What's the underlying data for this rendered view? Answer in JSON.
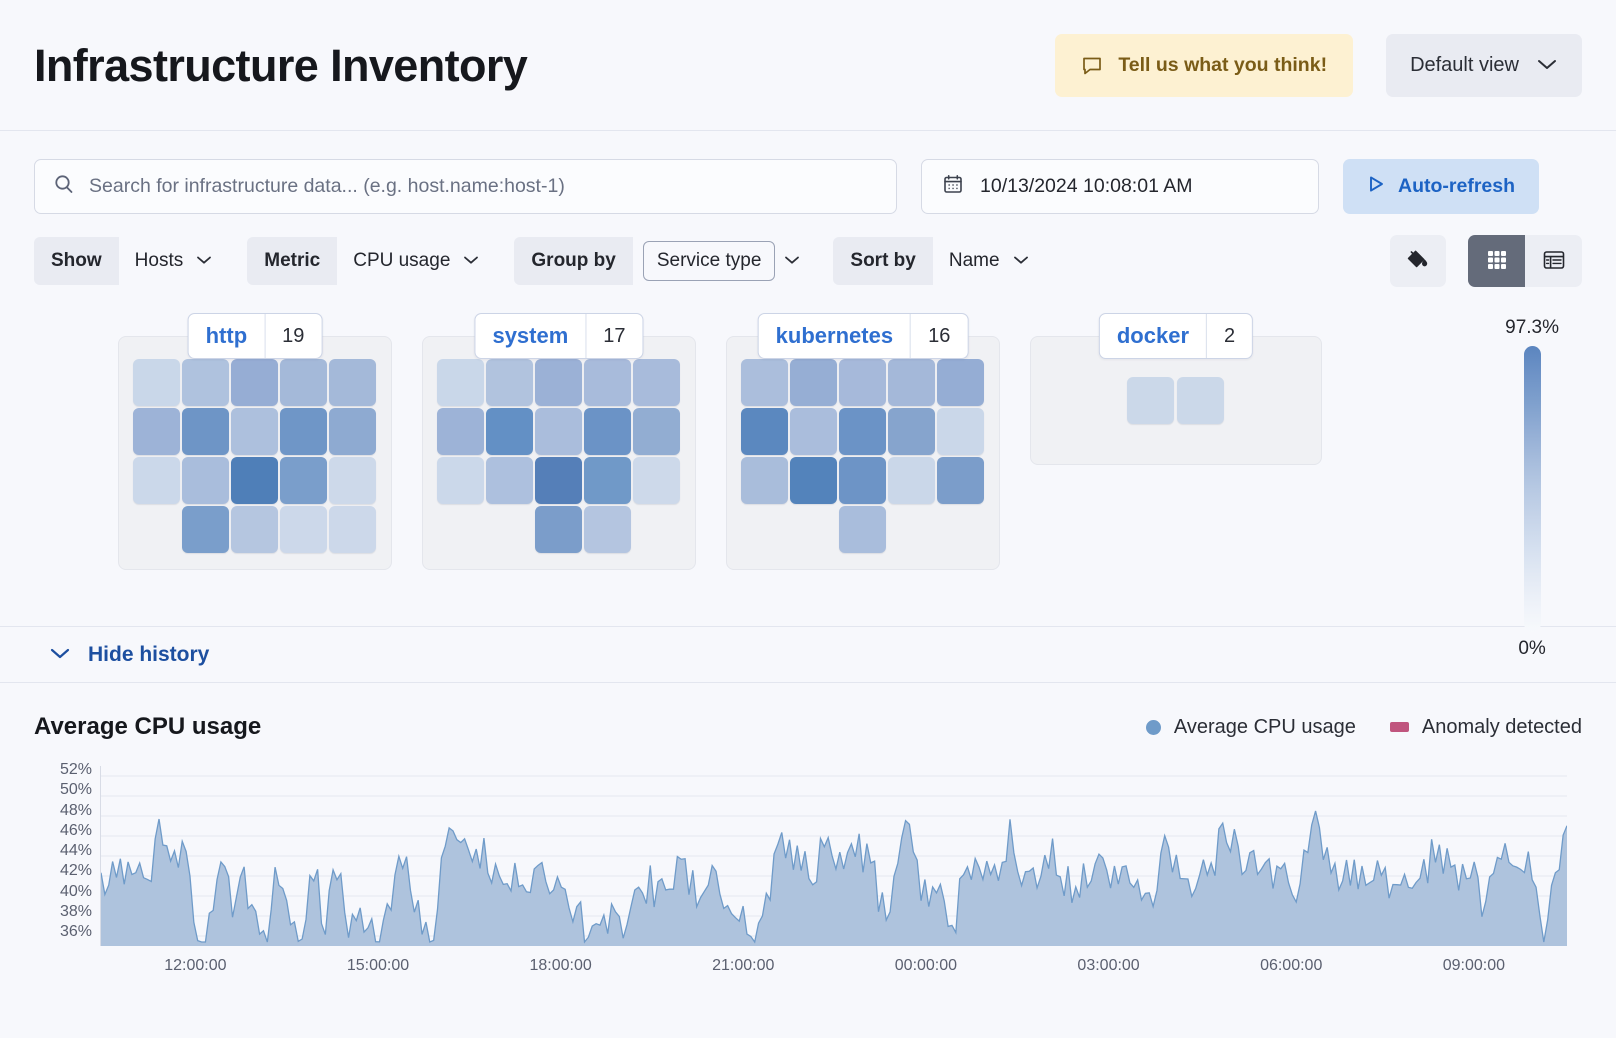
{
  "header": {
    "title": "Infrastructure Inventory",
    "feedback_label": "Tell us what you think!",
    "feedback_icon": "comment-icon",
    "view_label": "Default view",
    "view_icon": "chevron-down-icon"
  },
  "search": {
    "placeholder": "Search for infrastructure data... (e.g. host.name:host-1)",
    "value": "",
    "icon": "search-icon"
  },
  "datepicker": {
    "value": "10/13/2024 10:08:01 AM",
    "icon": "calendar-icon"
  },
  "refresh": {
    "label": "Auto-refresh",
    "icon": "play-icon"
  },
  "filters": [
    {
      "label": "Show",
      "value": "Hosts",
      "boxed": false
    },
    {
      "label": "Metric",
      "value": "CPU usage",
      "boxed": false
    },
    {
      "label": "Group by",
      "value": "Service type",
      "boxed": true
    },
    {
      "label": "Sort by",
      "value": "Name",
      "boxed": false
    }
  ],
  "view_controls": {
    "palette_icon": "color-fill-icon",
    "grid_icon": "grid-view-icon",
    "table_icon": "table-view-icon",
    "active": "grid"
  },
  "legend_scale": {
    "max": "97.3%",
    "min": "0%"
  },
  "groups": [
    {
      "name": "http",
      "count": "19",
      "rows": [
        [
          "#c9d7e9",
          "#afc2de",
          "#96adD4",
          "#a4b9d9",
          "#a4b9d9"
        ],
        [
          "#9db3d7",
          "#6e95c6",
          "#adc0dd",
          "#6f96c7",
          "#8eaad1"
        ],
        [
          "#cbd8ea",
          "#a9bddc",
          "#4f7fb8",
          "#7a9ecb",
          "#cdd9ea"
        ],
        [
          "#7a9ecb",
          "#b5c6e0",
          "#ccd8ea",
          "#ccd8ea"
        ]
      ]
    },
    {
      "name": "system",
      "count": "17",
      "rows": [
        [
          "#c9d7e9",
          "#b1c3de",
          "#9bb1d6",
          "#a8bbdb",
          "#a8bbdb"
        ],
        [
          "#9db3d7",
          "#6390c5",
          "#aabddc",
          "#6b93c6",
          "#92add2"
        ],
        [
          "#cbd8ea",
          "#adc0de",
          "#557fb8",
          "#7099c8",
          "#cdd9ea"
        ],
        [
          "#7b9dca",
          "#b4c5e0"
        ]
      ]
    },
    {
      "name": "kubernetes",
      "count": "16",
      "rows": [
        [
          "#abbedc",
          "#96aed4",
          "#a6b9da",
          "#a4b8d9",
          "#95add4"
        ],
        [
          "#5b88bf",
          "#aabddc",
          "#6b93c6",
          "#86a4cd",
          "#cad7e9"
        ],
        [
          "#a9bddb",
          "#5383bb",
          "#6d94c6",
          "#cad7e9",
          "#7b9dca"
        ],
        [
          "#a9bddc"
        ]
      ]
    },
    {
      "name": "docker",
      "count": "2",
      "rows": [
        [
          "#cbd8e9",
          "#cbd8e9"
        ]
      ]
    }
  ],
  "history_toggle": {
    "label": "Hide history",
    "icon": "chevron-down-icon"
  },
  "chart_data": {
    "type": "area",
    "title": "Average CPU usage",
    "xlabel": "",
    "ylabel": "",
    "ylim": [
      35,
      53
    ],
    "yticks": [
      "36%",
      "38%",
      "40%",
      "42%",
      "44%",
      "46%",
      "48%",
      "50%",
      "52%"
    ],
    "xticks": [
      "12:00:00",
      "15:00:00",
      "18:00:00",
      "21:00:00",
      "00:00:00",
      "03:00:00",
      "06:00:00",
      "09:00:00"
    ],
    "grid": true,
    "legend_position": "top-right",
    "legend": [
      {
        "name": "Average CPU usage",
        "color": "#6f9bc9",
        "marker": "circle"
      },
      {
        "name": "Anomaly detected",
        "color": "#c0557e",
        "marker": "square"
      }
    ],
    "series": [
      {
        "name": "Average CPU usage",
        "color": "#6f9bc9",
        "fill": "#aec3dd",
        "values": [
          41.8,
          42.3,
          41.5,
          42.4,
          41.2,
          46.2,
          44.5,
          44.3,
          37.3,
          36.4,
          43.2,
          38.9,
          42.8,
          37.0,
          36.2,
          43.0,
          38.4,
          36.3,
          42.0,
          37.0,
          43.2,
          36.6,
          37.0,
          35.9,
          36.8,
          42.9,
          43.6,
          36.6,
          36.4,
          43.2,
          47.6,
          44.8,
          44.4,
          43.0,
          41.7,
          42.4,
          40.4,
          43.1,
          40.5,
          40.3,
          38.6,
          36.4,
          36.8,
          37.1,
          36.1,
          38.8,
          41.0,
          40.7,
          39.5,
          42.9,
          41.3,
          39.1,
          41.8,
          36.9,
          38.5,
          37.4,
          35.9,
          44.7,
          44.5,
          43.3,
          42.3,
          44.0,
          43.1,
          43.2,
          44.6,
          43.5,
          38.7,
          39.8,
          47.2,
          42.0,
          39.1,
          41.2,
          36.2,
          42.7,
          43.0,
          42.1,
          42.9,
          46.9,
          41.2,
          40.5,
          44.2,
          43.0,
          40.6,
          42.0,
          42.8,
          41.8,
          42.6,
          41.0,
          40.5,
          39.3,
          44.1,
          42.8,
          41.1,
          42.3,
          40.9,
          47.3,
          44.6,
          43.1,
          42.0,
          41.6,
          42.7,
          40.1,
          43.0,
          47.5,
          42.1,
          40.6,
          43.2,
          41.0,
          42.0,
          41.4,
          43.0,
          40.8,
          42.4,
          44.8,
          43.0,
          41.3,
          42.6,
          38.5,
          44.0,
          43.2,
          41.0,
          42.8,
          35.9,
          43.8,
          44.9
        ]
      }
    ]
  }
}
